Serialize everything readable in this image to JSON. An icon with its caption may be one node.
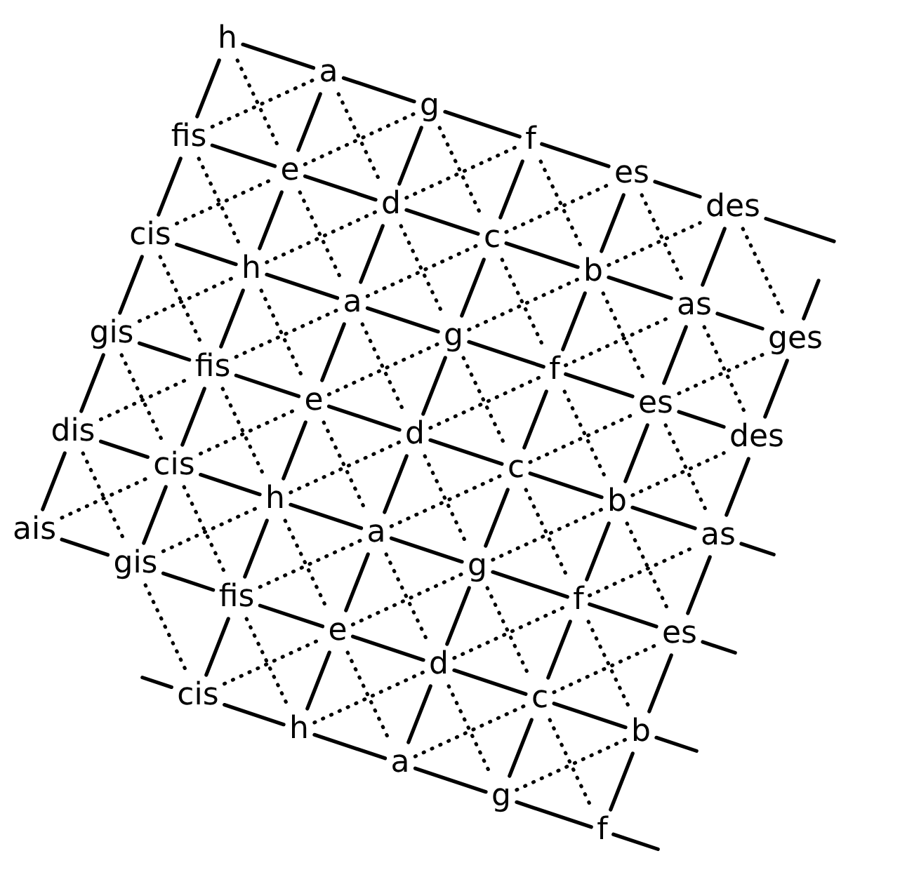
{
  "diagram": {
    "nodes": [
      {
        "text": [
          "h"
        ]
      },
      {
        "text": [
          "a"
        ]
      },
      {
        "text": [
          "g"
        ]
      },
      {
        "text": [
          "f"
        ]
      },
      {
        "text": [
          "es"
        ]
      },
      {
        "text": [
          "des"
        ]
      },
      {
        "text": [
          "fis"
        ]
      },
      {
        "text": [
          "e"
        ]
      },
      {
        "text": [
          "d"
        ]
      },
      {
        "text": [
          "c"
        ]
      },
      {
        "text": [
          "b"
        ]
      },
      {
        "text": [
          "as"
        ]
      },
      {
        "text": [
          "ges"
        ]
      },
      {
        "text": [
          "cis"
        ]
      },
      {
        "text": [
          "h"
        ]
      },
      {
        "text": [
          "a"
        ]
      },
      {
        "text": [
          "g"
        ]
      },
      {
        "text": [
          "f"
        ]
      },
      {
        "text": [
          "es"
        ]
      },
      {
        "text": [
          "des"
        ]
      },
      {
        "text": [
          "gis"
        ]
      },
      {
        "text": [
          "fis"
        ]
      },
      {
        "text": [
          "e"
        ]
      },
      {
        "text": [
          "d"
        ]
      },
      {
        "text": [
          "c"
        ]
      },
      {
        "text": [
          "b"
        ]
      },
      {
        "text": [
          "as"
        ]
      },
      {
        "text": [
          "dis"
        ]
      },
      {
        "text": [
          "cis"
        ]
      },
      {
        "text": [
          "h"
        ]
      },
      {
        "text": [
          "a"
        ]
      },
      {
        "text": [
          "g"
        ]
      },
      {
        "text": [
          "f"
        ]
      },
      {
        "text": [
          "es"
        ]
      },
      {
        "text": [
          "ais"
        ]
      },
      {
        "text": [
          "gis"
        ]
      },
      {
        "text": [
          "fis"
        ]
      },
      {
        "text": [
          "e"
        ]
      },
      {
        "text": [
          "d"
        ]
      },
      {
        "text": [
          "c"
        ]
      },
      {
        "text": [
          "b"
        ]
      },
      {
        "text": [
          "cis"
        ]
      },
      {
        "text": [
          "h"
        ]
      },
      {
        "text": [
          "a"
        ]
      },
      {
        "text": [
          "g"
        ]
      },
      {
        "text": [
          "f"
        ]
      }
    ],
    "edges": [
      {
        "from": 0,
        "to": 1,
        "arrow": "none"
      },
      {
        "from": 1,
        "to": 2,
        "arrow": "none"
      },
      {
        "from": 2,
        "to": 3,
        "arrow": "none"
      },
      {
        "from": 3,
        "to": 4,
        "arrow": "none"
      },
      {
        "from": 4,
        "to": 5,
        "arrow": "none"
      },
      {
        "from": 6,
        "to": 7,
        "arrow": "none"
      },
      {
        "from": 7,
        "to": 8,
        "arrow": "none"
      },
      {
        "from": 8,
        "to": 9,
        "arrow": "none"
      },
      {
        "from": 9,
        "to": 10,
        "arrow": "none"
      },
      {
        "from": 10,
        "to": 11,
        "arrow": "none"
      },
      {
        "from": 11,
        "to": 12,
        "arrow": "none"
      },
      {
        "from": 13,
        "to": 14,
        "arrow": "none"
      },
      {
        "from": 14,
        "to": 15,
        "arrow": "none"
      },
      {
        "from": 15,
        "to": 16,
        "arrow": "none"
      },
      {
        "from": 16,
        "to": 17,
        "arrow": "none"
      },
      {
        "from": 17,
        "to": 18,
        "arrow": "none"
      },
      {
        "from": 18,
        "to": 19,
        "arrow": "none"
      },
      {
        "from": 20,
        "to": 21,
        "arrow": "none"
      },
      {
        "from": 21,
        "to": 22,
        "arrow": "none"
      },
      {
        "from": 22,
        "to": 23,
        "arrow": "none"
      },
      {
        "from": 23,
        "to": 24,
        "arrow": "none"
      },
      {
        "from": 24,
        "to": 25,
        "arrow": "none"
      },
      {
        "from": 25,
        "to": 26,
        "arrow": "none"
      },
      {
        "from": 27,
        "to": 28,
        "arrow": "none"
      },
      {
        "from": 28,
        "to": 29,
        "arrow": "none"
      },
      {
        "from": 29,
        "to": 30,
        "arrow": "none"
      },
      {
        "from": 30,
        "to": 31,
        "arrow": "none"
      },
      {
        "from": 31,
        "to": 32,
        "arrow": "none"
      },
      {
        "from": 32,
        "to": 33,
        "arrow": "none"
      },
      {
        "from": 34,
        "to": 35,
        "arrow": "none"
      },
      {
        "from": 35,
        "to": 36,
        "arrow": "none"
      },
      {
        "from": 36,
        "to": 37,
        "arrow": "none"
      },
      {
        "from": 37,
        "to": 38,
        "arrow": "none"
      },
      {
        "from": 38,
        "to": 39,
        "arrow": "none"
      },
      {
        "from": 39,
        "to": 40,
        "arrow": "none"
      },
      {
        "from": 41,
        "to": 42,
        "arrow": "none"
      },
      {
        "from": 42,
        "to": 43,
        "arrow": "none"
      },
      {
        "from": 43,
        "to": 44,
        "arrow": "none"
      },
      {
        "from": 44,
        "to": 45,
        "arrow": "none"
      },
      {
        "from": 5,
        "to": null,
        "arrow": "none"
      },
      {
        "from": 26,
        "to": null,
        "arrow": "none"
      },
      {
        "from": 33,
        "to": null,
        "arrow": "none"
      },
      {
        "from": 40,
        "to": null,
        "arrow": "none"
      },
      {
        "from": 45,
        "to": null,
        "arrow": "none"
      },
      {
        "from": null,
        "to": 41,
        "arrow": "none"
      },
      {
        "from": 0,
        "to": 6,
        "arrow": "none"
      },
      {
        "from": 1,
        "to": 7,
        "arrow": "none"
      },
      {
        "from": 2,
        "to": 8,
        "arrow": "none"
      },
      {
        "from": 3,
        "to": 9,
        "arrow": "none"
      },
      {
        "from": 4,
        "to": 10,
        "arrow": "none"
      },
      {
        "from": 5,
        "to": 11,
        "arrow": "none"
      },
      {
        "from": 6,
        "to": 13,
        "arrow": "none"
      },
      {
        "from": 7,
        "to": 14,
        "arrow": "none"
      },
      {
        "from": 8,
        "to": 15,
        "arrow": "none"
      },
      {
        "from": 9,
        "to": 16,
        "arrow": "none"
      },
      {
        "from": 10,
        "to": 17,
        "arrow": "none"
      },
      {
        "from": 11,
        "to": 18,
        "arrow": "none"
      },
      {
        "from": 12,
        "to": 19,
        "arrow": "none"
      },
      {
        "from": 13,
        "to": 20,
        "arrow": "none"
      },
      {
        "from": 14,
        "to": 21,
        "arrow": "none"
      },
      {
        "from": 15,
        "to": 22,
        "arrow": "none"
      },
      {
        "from": 16,
        "to": 23,
        "arrow": "none"
      },
      {
        "from": 17,
        "to": 24,
        "arrow": "none"
      },
      {
        "from": 18,
        "to": 25,
        "arrow": "none"
      },
      {
        "from": 19,
        "to": 26,
        "arrow": "none"
      },
      {
        "from": 20,
        "to": 27,
        "arrow": "none"
      },
      {
        "from": 21,
        "to": 28,
        "arrow": "none"
      },
      {
        "from": 22,
        "to": 29,
        "arrow": "none"
      },
      {
        "from": 23,
        "to": 30,
        "arrow": "none"
      },
      {
        "from": 24,
        "to": 31,
        "arrow": "none"
      },
      {
        "from": 25,
        "to": 32,
        "arrow": "none"
      },
      {
        "from": 26,
        "to": 33,
        "arrow": "none"
      },
      {
        "from": 27,
        "to": 34,
        "arrow": "none"
      },
      {
        "from": 28,
        "to": 35,
        "arrow": "none"
      },
      {
        "from": 29,
        "to": 36,
        "arrow": "none"
      },
      {
        "from": 30,
        "to": 37,
        "arrow": "none"
      },
      {
        "from": 31,
        "to": 38,
        "arrow": "none"
      },
      {
        "from": 32,
        "to": 39,
        "arrow": "none"
      },
      {
        "from": 33,
        "to": 40,
        "arrow": "none"
      },
      {
        "from": 36,
        "to": 41,
        "arrow": "none"
      },
      {
        "from": 37,
        "to": 42,
        "arrow": "none"
      },
      {
        "from": 38,
        "to": 43,
        "arrow": "none"
      },
      {
        "from": 39,
        "to": 44,
        "arrow": "none"
      },
      {
        "from": 40,
        "to": 45,
        "arrow": "none"
      },
      {
        "from": null,
        "to": 12,
        "arrow": "none"
      },
      {
        "from": 0,
        "to": 7,
        "arrow": "none",
        "style": "dashed"
      },
      {
        "from": 1,
        "to": 8,
        "arrow": "none",
        "style": "dashed"
      },
      {
        "from": 2,
        "to": 9,
        "arrow": "none",
        "style": "dashed"
      },
      {
        "from": 3,
        "to": 10,
        "arrow": "none",
        "style": "dashed"
      },
      {
        "from": 4,
        "to": 11,
        "arrow": "none",
        "style": "dashed"
      },
      {
        "from": 5,
        "to": 12,
        "arrow": "none",
        "style": "dashed"
      },
      {
        "from": 6,
        "to": 14,
        "arrow": "none",
        "style": "dashed"
      },
      {
        "from": 7,
        "to": 15,
        "arrow": "none",
        "style": "dashed"
      },
      {
        "from": 8,
        "to": 16,
        "arrow": "none",
        "style": "dashed"
      },
      {
        "from": 9,
        "to": 17,
        "arrow": "none",
        "style": "dashed"
      },
      {
        "from": 10,
        "to": 18,
        "arrow": "none",
        "style": "dashed"
      },
      {
        "from": 11,
        "to": 19,
        "arrow": "none",
        "style": "dashed"
      },
      {
        "from": 13,
        "to": 21,
        "arrow": "none",
        "style": "dashed"
      },
      {
        "from": 14,
        "to": 22,
        "arrow": "none",
        "style": "dashed"
      },
      {
        "from": 15,
        "to": 23,
        "arrow": "none",
        "style": "dashed"
      },
      {
        "from": 16,
        "to": 24,
        "arrow": "none",
        "style": "dashed"
      },
      {
        "from": 17,
        "to": 25,
        "arrow": "none",
        "style": "dashed"
      },
      {
        "from": 18,
        "to": 26,
        "arrow": "none",
        "style": "dashed"
      },
      {
        "from": 20,
        "to": 28,
        "arrow": "none",
        "style": "dashed"
      },
      {
        "from": 21,
        "to": 29,
        "arrow": "none",
        "style": "dashed"
      },
      {
        "from": 22,
        "to": 30,
        "arrow": "none",
        "style": "dashed"
      },
      {
        "from": 23,
        "to": 31,
        "arrow": "none",
        "style": "dashed"
      },
      {
        "from": 24,
        "to": 32,
        "arrow": "none",
        "style": "dashed"
      },
      {
        "from": 25,
        "to": 33,
        "arrow": "none",
        "style": "dashed"
      },
      {
        "from": 27,
        "to": 35,
        "arrow": "none",
        "style": "dashed"
      },
      {
        "from": 28,
        "to": 36,
        "arrow": "none",
        "style": "dashed"
      },
      {
        "from": 29,
        "to": 37,
        "arrow": "none",
        "style": "dashed"
      },
      {
        "from": 30,
        "to": 38,
        "arrow": "none",
        "style": "dashed"
      },
      {
        "from": 31,
        "to": 39,
        "arrow": "none",
        "style": "dashed"
      },
      {
        "from": 32,
        "to": 40,
        "arrow": "none",
        "style": "dashed"
      },
      {
        "from": 35,
        "to": 41,
        "arrow": "none",
        "style": "dashed"
      },
      {
        "from": 36,
        "to": 42,
        "arrow": "none",
        "style": "dashed"
      },
      {
        "from": 37,
        "to": 43,
        "arrow": "none",
        "style": "dashed"
      },
      {
        "from": 38,
        "to": 44,
        "arrow": "none",
        "style": "dashed"
      },
      {
        "from": 39,
        "to": 45,
        "arrow": "none",
        "style": "dashed"
      },
      {
        "from": 6,
        "to": 1,
        "arrow": "none",
        "style": "dashed"
      },
      {
        "from": 7,
        "to": 2,
        "arrow": "none",
        "style": "dashed"
      },
      {
        "from": 8,
        "to": 3,
        "arrow": "none",
        "style": "dashed"
      },
      {
        "from": 9,
        "to": 4,
        "arrow": "none",
        "style": "dashed"
      },
      {
        "from": 10,
        "to": 5,
        "arrow": "none",
        "style": "dashed"
      },
      {
        "from": 13,
        "to": 7,
        "arrow": "none",
        "style": "dashed"
      },
      {
        "from": 14,
        "to": 8,
        "arrow": "none",
        "style": "dashed"
      },
      {
        "from": 15,
        "to": 9,
        "arrow": "none",
        "style": "dashed"
      },
      {
        "from": 16,
        "to": 10,
        "arrow": "none",
        "style": "dashed"
      },
      {
        "from": 17,
        "to": 11,
        "arrow": "none",
        "style": "dashed"
      },
      {
        "from": 18,
        "to": 12,
        "arrow": "none",
        "style": "dashed"
      },
      {
        "from": 20,
        "to": 14,
        "arrow": "none",
        "style": "dashed"
      },
      {
        "from": 21,
        "to": 15,
        "arrow": "none",
        "style": "dashed"
      },
      {
        "from": 22,
        "to": 16,
        "arrow": "none",
        "style": "dashed"
      },
      {
        "from": 23,
        "to": 17,
        "arrow": "none",
        "style": "dashed"
      },
      {
        "from": 24,
        "to": 18,
        "arrow": "none",
        "style": "dashed"
      },
      {
        "from": 25,
        "to": 19,
        "arrow": "none",
        "style": "dashed"
      },
      {
        "from": 27,
        "to": 21,
        "arrow": "none",
        "style": "dashed"
      },
      {
        "from": 28,
        "to": 22,
        "arrow": "none",
        "style": "dashed"
      },
      {
        "from": 29,
        "to": 23,
        "arrow": "none",
        "style": "dashed"
      },
      {
        "from": 30,
        "to": 24,
        "arrow": "none",
        "style": "dashed"
      },
      {
        "from": 31,
        "to": 25,
        "arrow": "none",
        "style": "dashed"
      },
      {
        "from": 32,
        "to": 26,
        "arrow": "none",
        "style": "dashed"
      },
      {
        "from": 34,
        "to": 28,
        "arrow": "none",
        "style": "dashed"
      },
      {
        "from": 35,
        "to": 29,
        "arrow": "none",
        "style": "dashed"
      },
      {
        "from": 36,
        "to": 30,
        "arrow": "none",
        "style": "dashed"
      },
      {
        "from": 37,
        "to": 31,
        "arrow": "none",
        "style": "dashed"
      },
      {
        "from": 38,
        "to": 32,
        "arrow": "none",
        "style": "dashed"
      },
      {
        "from": 39,
        "to": 33,
        "arrow": "none",
        "style": "dashed"
      },
      {
        "from": 41,
        "to": 37,
        "arrow": "none",
        "style": "dashed"
      },
      {
        "from": 42,
        "to": 38,
        "arrow": "none",
        "style": "dashed"
      },
      {
        "from": 43,
        "to": 39,
        "arrow": "none",
        "style": "dashed"
      },
      {
        "from": 44,
        "to": 40,
        "arrow": "none",
        "style": "dashed"
      }
    ]
  }
}
